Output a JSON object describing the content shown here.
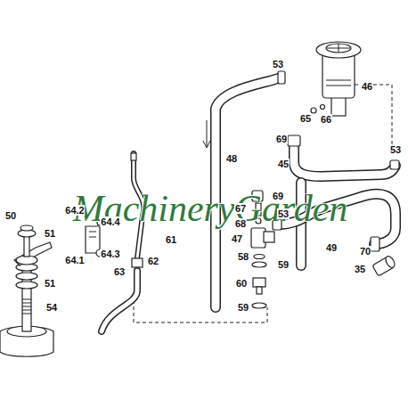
{
  "diagram": {
    "labels": [
      "53",
      "46",
      "65",
      "66",
      "69",
      "48",
      "45",
      "53",
      "69",
      "67",
      "68",
      "53",
      "47",
      "49",
      "58",
      "59",
      "60",
      "59",
      "70",
      "35",
      "50",
      "51",
      "51",
      "54",
      "64.2",
      "64.4",
      "64.1",
      "64.3",
      "61",
      "62",
      "63",
      "MachineryGarden"
    ]
  }
}
